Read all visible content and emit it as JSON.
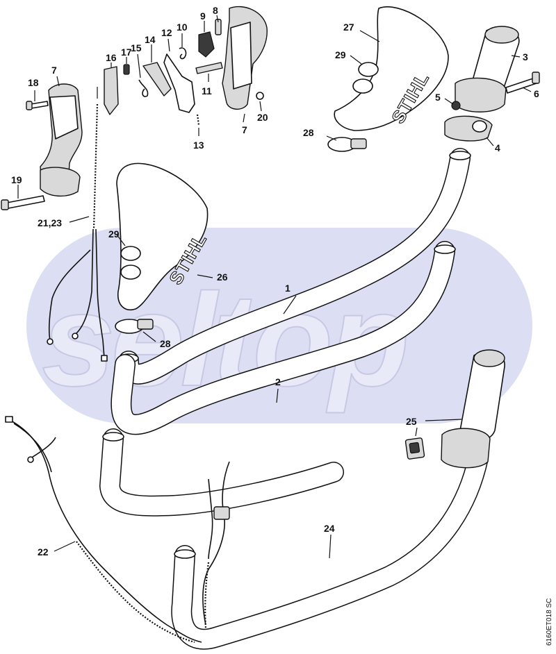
{
  "watermark": {
    "text": "seltop",
    "color": "#dcdff3"
  },
  "brand_mark": "STIHL",
  "document_code": "6160ET018 SC",
  "callouts": {
    "c1": "1",
    "c2": "2",
    "c3": "3",
    "c4": "4",
    "c5": "5",
    "c6": "6",
    "c7a": "7",
    "c7b": "7",
    "c8": "8",
    "c9": "9",
    "c10": "10",
    "c11": "11",
    "c12": "12",
    "c13": "13",
    "c14": "14",
    "c15": "15",
    "c16": "16",
    "c17": "17",
    "c18": "18",
    "c19": "19",
    "c20": "20",
    "c21_23": "21,23",
    "c22": "22",
    "c24": "24",
    "c25": "25",
    "c26": "26",
    "c27": "27",
    "c28a": "28",
    "c28b": "28",
    "c29a": "29",
    "c29b": "29"
  }
}
